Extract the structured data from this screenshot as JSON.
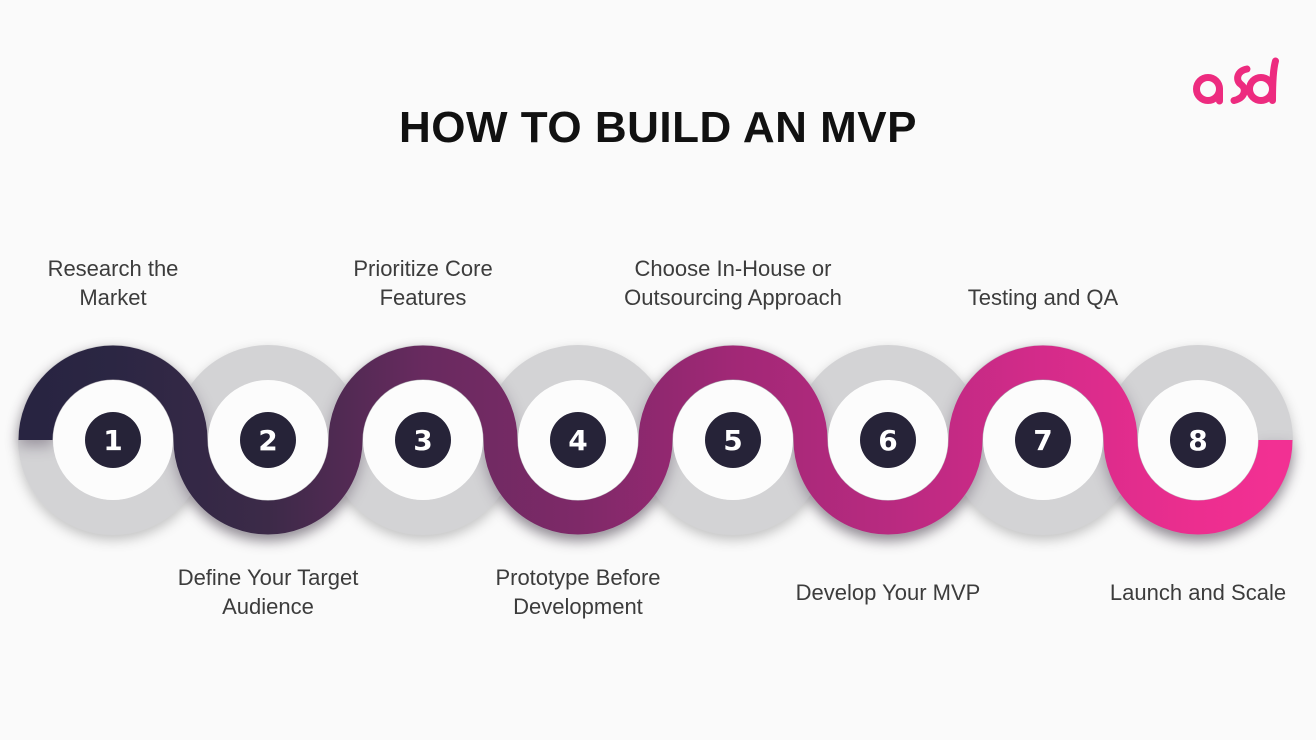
{
  "title": "HOW TO BUILD AN MVP",
  "title_color": "#111111",
  "background_color": "#FAFAFA",
  "text_color": "#3C3C3C",
  "brand": {
    "name": "asd",
    "color": "#ED2B7F"
  },
  "steps": [
    {
      "number": "1",
      "label": "Research the\nMarket",
      "label_position": "top"
    },
    {
      "number": "2",
      "label": "Define Your Target\nAudience",
      "label_position": "bottom"
    },
    {
      "number": "3",
      "label": "Prioritize Core\nFeatures",
      "label_position": "top"
    },
    {
      "number": "4",
      "label": "Prototype Before\nDevelopment",
      "label_position": "bottom"
    },
    {
      "number": "5",
      "label": "Choose In-House or\nOutsourcing Approach",
      "label_position": "top"
    },
    {
      "number": "6",
      "label": "Develop Your MVP",
      "label_position": "bottom"
    },
    {
      "number": "7",
      "label": "Testing and QA",
      "label_position": "top"
    },
    {
      "number": "8",
      "label": "Launch and Scale",
      "label_position": "bottom"
    }
  ],
  "wave": {
    "track_color": "#D3D3D5",
    "inner_circle_color": "#FCFCFC",
    "number_circle_color": "#262338",
    "number_text_color": "#FFFFFF",
    "gradient": [
      "#282441",
      "#2B2643",
      "#3C2A48",
      "#682A5F",
      "#7E2968",
      "#A12876",
      "#B82A80",
      "#D42B8A",
      "#EC2E8F",
      "#F23093"
    ]
  }
}
